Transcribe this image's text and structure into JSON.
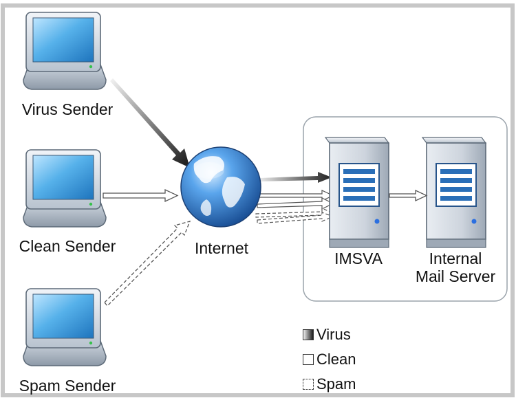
{
  "nodes": {
    "virus_sender": "Virus Sender",
    "clean_sender": "Clean Sender",
    "spam_sender": "Spam Sender",
    "internet": "Internet",
    "imsva": "IMSVA",
    "mail_server_line1": "Internal",
    "mail_server_line2": "Mail Server"
  },
  "legend": {
    "virus": "Virus",
    "clean": "Clean",
    "spam": "Spam"
  },
  "icons": [
    "monitor-icon",
    "globe-icon",
    "server-icon"
  ],
  "colors": {
    "monitor_screen": "#3f9bd6",
    "globe": "#2f6fc0",
    "server_body": "#c7cfd9",
    "server_panel": "#2a6fb8",
    "frame_border": "#c7c7c7"
  }
}
